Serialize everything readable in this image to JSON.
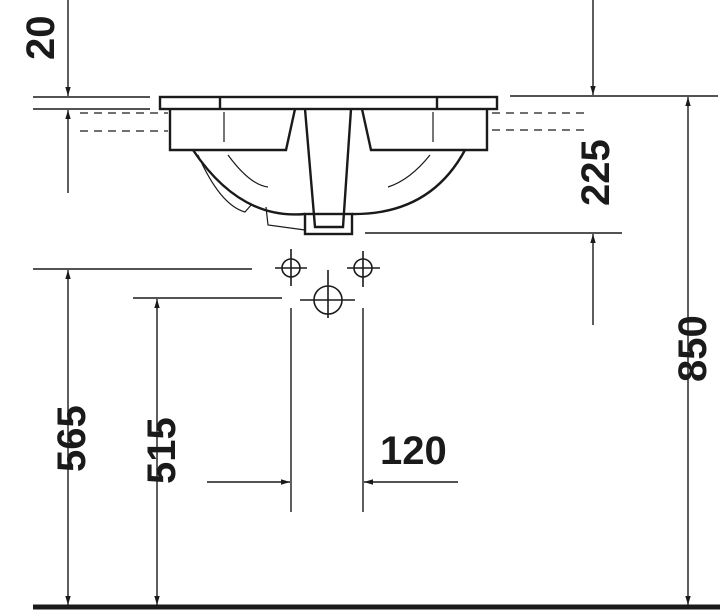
{
  "title": "Washbasin installation dimensions",
  "dimensions": {
    "overflow_rim": "20",
    "basin_depth": "225",
    "total_height": "850",
    "supply_height": "565",
    "drain_height": "515",
    "tap_spacing": "120"
  },
  "colors": {
    "line": "#1a1a1a",
    "background": "#ffffff"
  }
}
